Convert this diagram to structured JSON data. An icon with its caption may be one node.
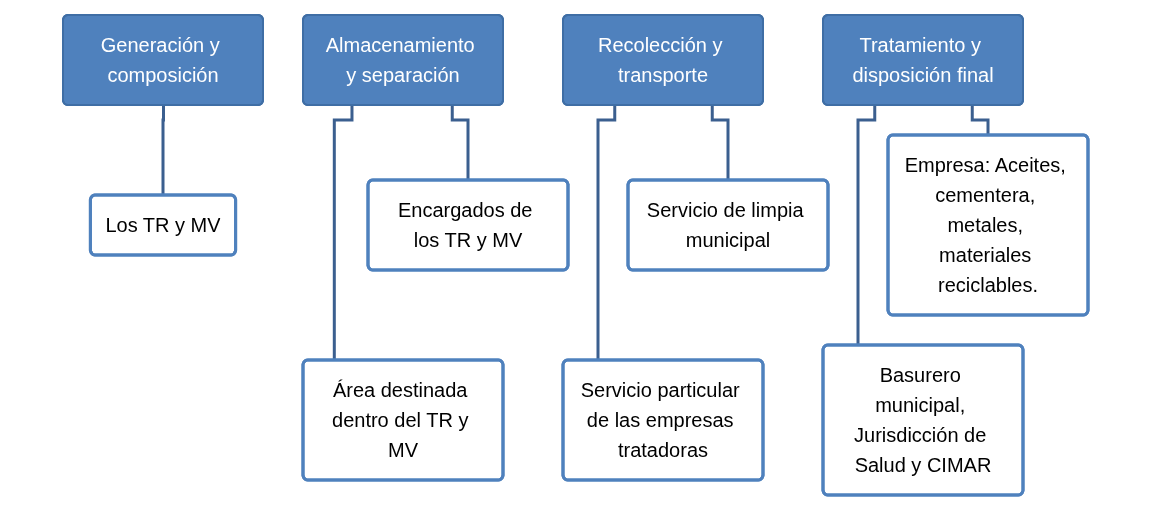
{
  "diagram": {
    "nodes": [
      {
        "text": [
          "Generación y composición"
        ]
      },
      {
        "text": [
          "Los TR y MV"
        ]
      },
      {
        "text": [
          "Almacenamiento y separación"
        ]
      },
      {
        "text": [
          "Encargados de los TR y MV"
        ]
      },
      {
        "text": [
          "Área destinada dentro del TR y MV"
        ]
      },
      {
        "text": [
          "Recolección y transporte"
        ]
      },
      {
        "text": [
          "Servicio de limpia municipal"
        ]
      },
      {
        "text": [
          "Servicio particular de las empresas tratadoras"
        ]
      },
      {
        "text": [
          "Tratamiento y disposición final"
        ]
      },
      {
        "text": [
          "Empresa: Aceites, cementera, metales, materiales reciclables."
        ]
      },
      {
        "text": [
          "Basurero municipal, Jurisdicción de Salud y CIMAR"
        ]
      }
    ],
    "edges": [
      {
        "from": 0,
        "to": 1,
        "arrow": "none"
      },
      {
        "from": 2,
        "to": 3,
        "arrow": "none"
      },
      {
        "from": 2,
        "to": 4,
        "arrow": "none"
      },
      {
        "from": 5,
        "to": 6,
        "arrow": "none"
      },
      {
        "from": 5,
        "to": 7,
        "arrow": "none"
      },
      {
        "from": 8,
        "to": 9,
        "arrow": "none"
      },
      {
        "from": 8,
        "to": 10,
        "arrow": "none"
      }
    ]
  }
}
